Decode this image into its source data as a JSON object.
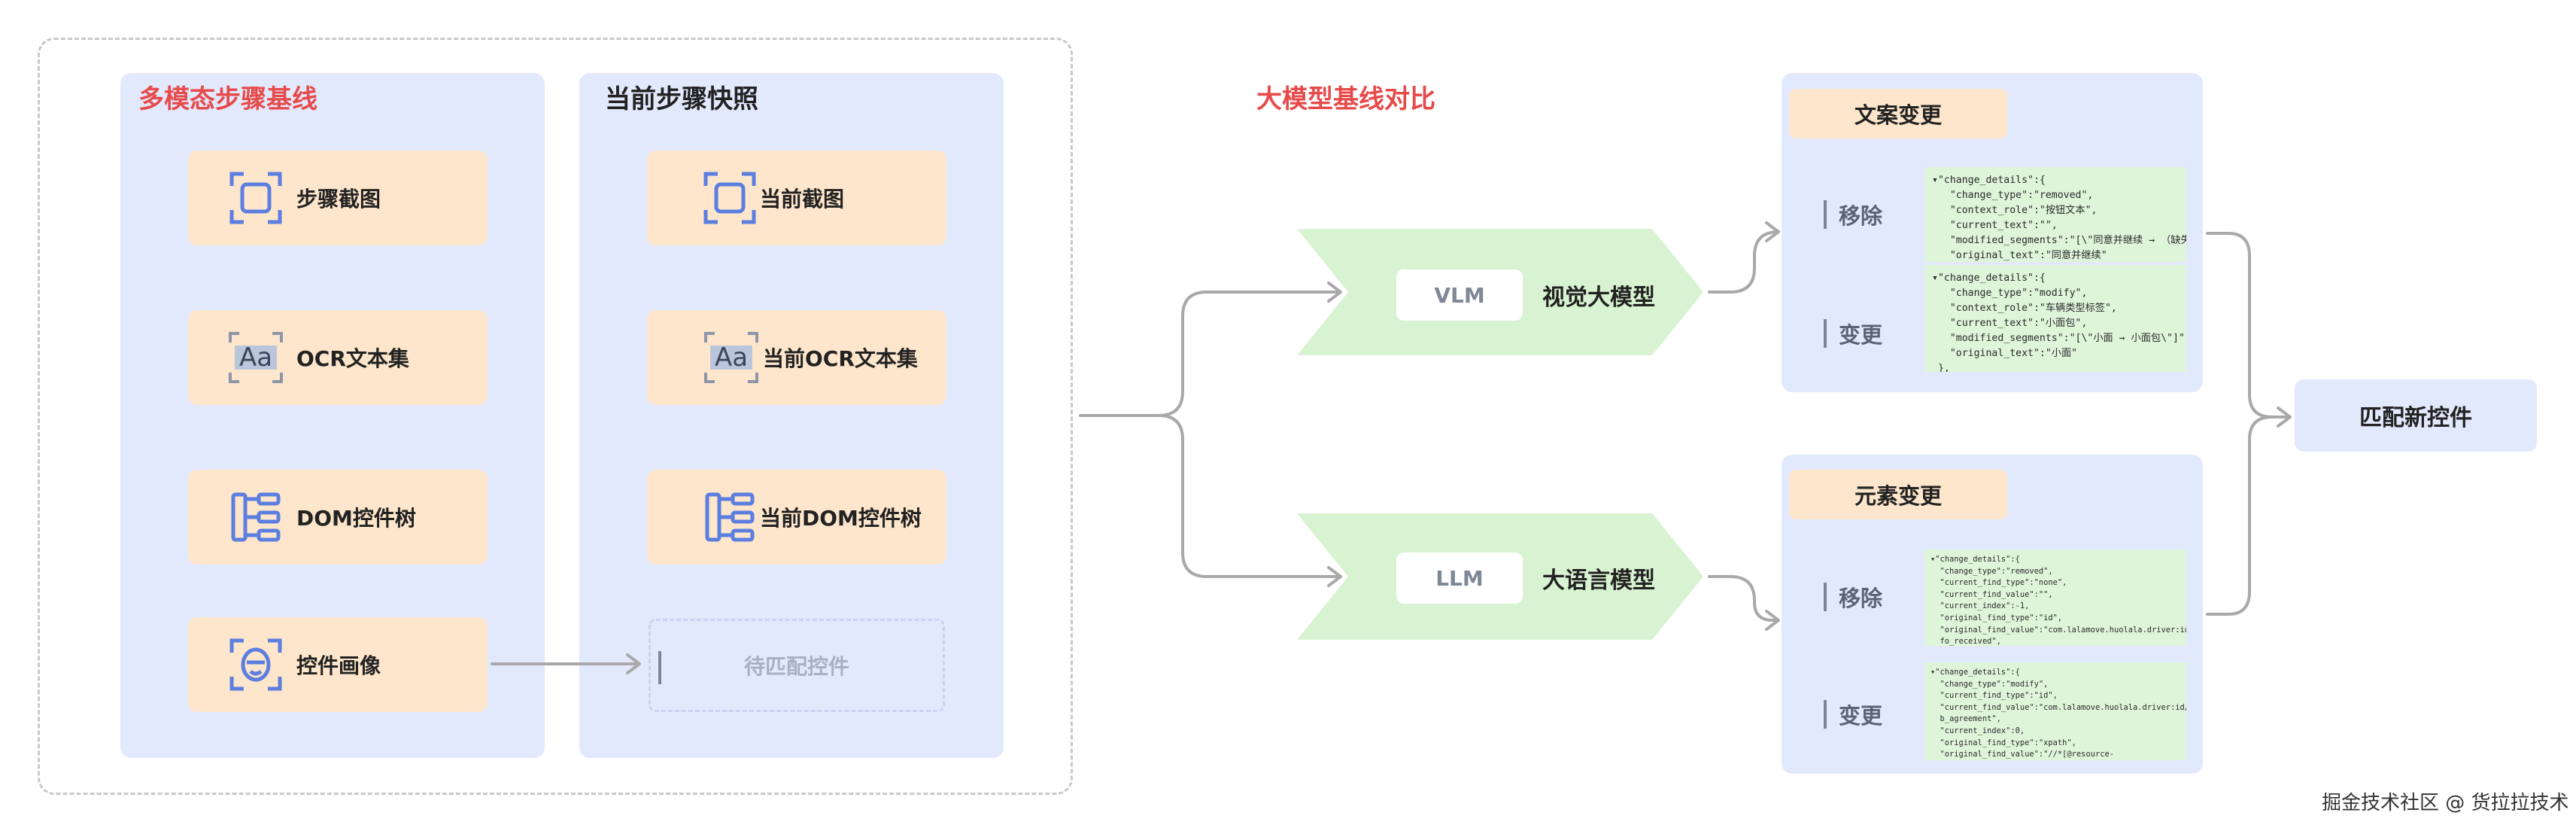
{
  "baseline": {
    "title": "多模态步骤基线",
    "cards": [
      "步骤截图",
      "OCR文本集",
      "DOM控件树",
      "控件画像"
    ]
  },
  "snapshot": {
    "title": "当前步骤快照",
    "cards": [
      "当前截图",
      "当前OCR文本集",
      "当前DOM控件树"
    ],
    "pending": "待匹配控件"
  },
  "compare": {
    "title": "大模型基线对比",
    "vlm": {
      "tag": "VLM",
      "label": "视觉大模型"
    },
    "llm": {
      "tag": "LLM",
      "label": "大语言模型"
    }
  },
  "text_change": {
    "title": "文案变更",
    "removed_label": "移除",
    "changed_label": "变更",
    "removed_code": "▾\"change_details\":{\n   \"change_type\":\"removed\",\n   \"context_role\":\"按钮文本\",\n   \"current_text\":\"\",\n   \"modified_segments\":\"[\\\"同意并继续 → （缺失）\\\"]\",\n   \"original_text\":\"同意并继续\"\n },",
    "changed_code": "▾\"change_details\":{\n   \"change_type\":\"modify\",\n   \"context_role\":\"车辆类型标签\",\n   \"current_text\":\"小面包\",\n   \"modified_segments\":\"[\\\"小面 → 小面包\\\"]\",\n   \"original_text\":\"小面\"\n },"
  },
  "element_change": {
    "title": "元素变更",
    "removed_label": "移除",
    "changed_label": "变更",
    "removed_code": "▾\"change_details\":{\n  \"change_type\":\"removed\",\n  \"current_find_type\":\"none\",\n  \"current_find_value\":\"\",\n  \"current_index\":-1,\n  \"original_find_type\":\"id\",\n  \"original_find_value\":\"com.lalamove.huolala.driver:id/tv_tps_in\n  fo_received\",\n  \"original_index\":0\n },",
    "changed_code": "▾\"change_details\":{\n  \"change_type\":\"modify\",\n  \"current_find_type\":\"id\",\n  \"current_find_value\":\"com.lalamove.huolala.driver:id/bootpage_c\n  b_agreement\",\n  \"current_index\":0,\n  \"original_find_type\":\"xpath\",\n  \"original_find_value\":\"//*[@resource-\n  id=\\\"com.lalamove.huolala.driver:id/cb_agreement\\\"]\",\n  \"original_index\":0"
  },
  "result": "匹配新控件",
  "credit": "掘金技术社区 @ 货拉拉技术",
  "colors": {
    "panel": "#e2e9fd",
    "card": "#fde6cb",
    "chevron": "#d8f3d1",
    "code_bg": "#dff5d9",
    "accent_red": "#e74a4a",
    "icon_blue": "#5b7ee0"
  }
}
